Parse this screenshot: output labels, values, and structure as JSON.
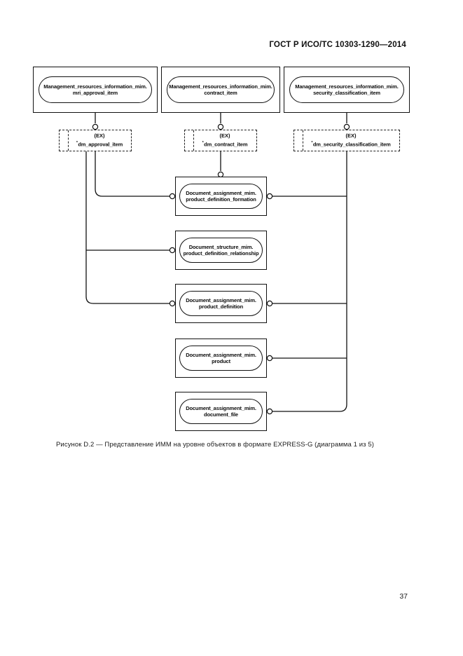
{
  "page": {
    "header": "ГОСТ Р ИСО/ТС 10303-1290—2014",
    "caption": "Рисунок D.2 — Представление ИММ на уровне объектов в формате EXPRESS-G (диаграмма 1 из 5)",
    "page_number": "37"
  },
  "diagram": {
    "notation": "EXPRESS-G",
    "top_references": [
      {
        "line1": "Management_resources_information_mim.",
        "line2": "mri_approval_item"
      },
      {
        "line1": "Management_resources_information_mim.",
        "line2": "contract_item"
      },
      {
        "line1": "Management_resources_information_mim.",
        "line2": "security_classification_item"
      }
    ],
    "select_types": [
      {
        "tag": "(EX)",
        "marker": "*",
        "name": "dm_approval_item"
      },
      {
        "tag": "(EX)",
        "marker": "*",
        "name": "dm_contract_item"
      },
      {
        "tag": "(EX)",
        "marker": "*",
        "name": "dm_security_classification_item"
      }
    ],
    "entity_references": [
      {
        "line1": "Document_assignment_mim.",
        "line2": "product_definition_formation"
      },
      {
        "line1": "Document_structure_mim.",
        "line2": "product_definition_relationship"
      },
      {
        "line1": "Document_assignment_mim.",
        "line2": "product_definition"
      },
      {
        "line1": "Document_assignment_mim.",
        "line2": "product"
      },
      {
        "line1": "Document_assignment_mim.",
        "line2": "document_file"
      }
    ]
  }
}
